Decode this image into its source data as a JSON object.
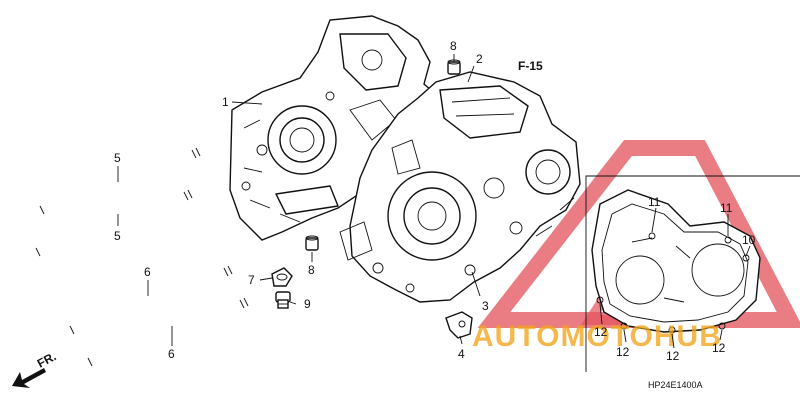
{
  "diagram": {
    "section_ref": "F-15",
    "direction_label": "FR.",
    "drawing_code": "HP24E1400A"
  },
  "callouts": {
    "c1": "1",
    "c2": "2",
    "c3": "3",
    "c4": "4",
    "c5a": "5",
    "c5b": "5",
    "c6a": "6",
    "c6b": "6",
    "c7": "7",
    "c8a": "8",
    "c8b": "8",
    "c9": "9",
    "c10": "10",
    "c11a": "11",
    "c11b": "11",
    "c12a": "12",
    "c12b": "12",
    "c12c": "12",
    "c12d": "12"
  },
  "watermark": {
    "text": "AUTOMOTOHUB",
    "colors": {
      "red": "#e0404a",
      "orange": "#f2a51a",
      "dark": "#4a4a4a"
    }
  }
}
